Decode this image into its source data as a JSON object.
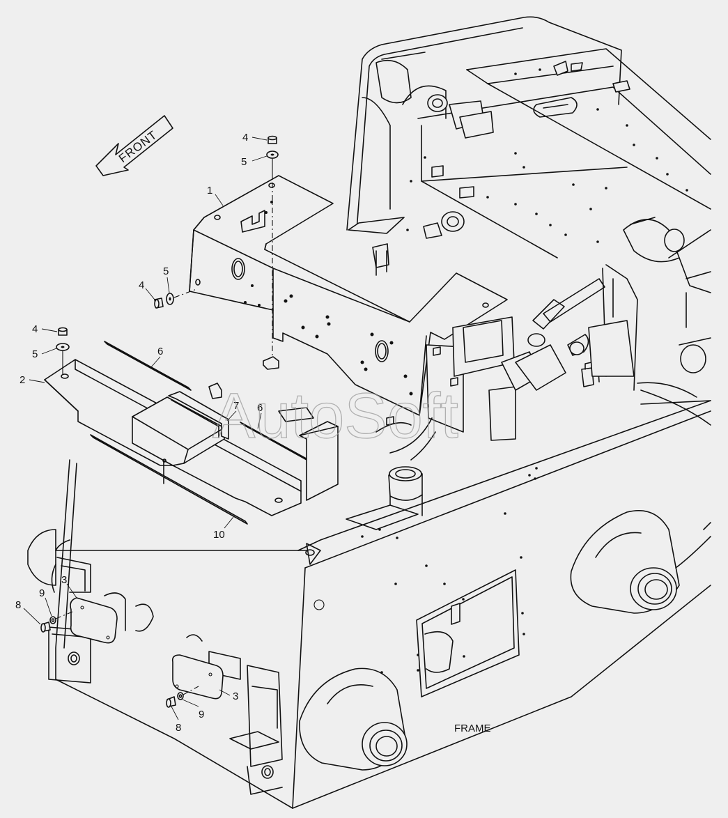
{
  "diagram": {
    "caption": "FRAME",
    "direction_label": "FRONT",
    "watermark": "AutoSoft",
    "callouts": [
      {
        "id": "c1",
        "label": "1"
      },
      {
        "id": "c2",
        "label": "2"
      },
      {
        "id": "c3a",
        "label": "3"
      },
      {
        "id": "c3b",
        "label": "3"
      },
      {
        "id": "c4a",
        "label": "4"
      },
      {
        "id": "c4b",
        "label": "4"
      },
      {
        "id": "c4c",
        "label": "4"
      },
      {
        "id": "c5a",
        "label": "5"
      },
      {
        "id": "c5b",
        "label": "5"
      },
      {
        "id": "c5c",
        "label": "5"
      },
      {
        "id": "c6a",
        "label": "6"
      },
      {
        "id": "c6b",
        "label": "6"
      },
      {
        "id": "c7",
        "label": "7"
      },
      {
        "id": "c8a",
        "label": "8"
      },
      {
        "id": "c8b",
        "label": "8"
      },
      {
        "id": "c9a",
        "label": "9"
      },
      {
        "id": "c9b",
        "label": "9"
      },
      {
        "id": "c10",
        "label": "10"
      }
    ]
  }
}
